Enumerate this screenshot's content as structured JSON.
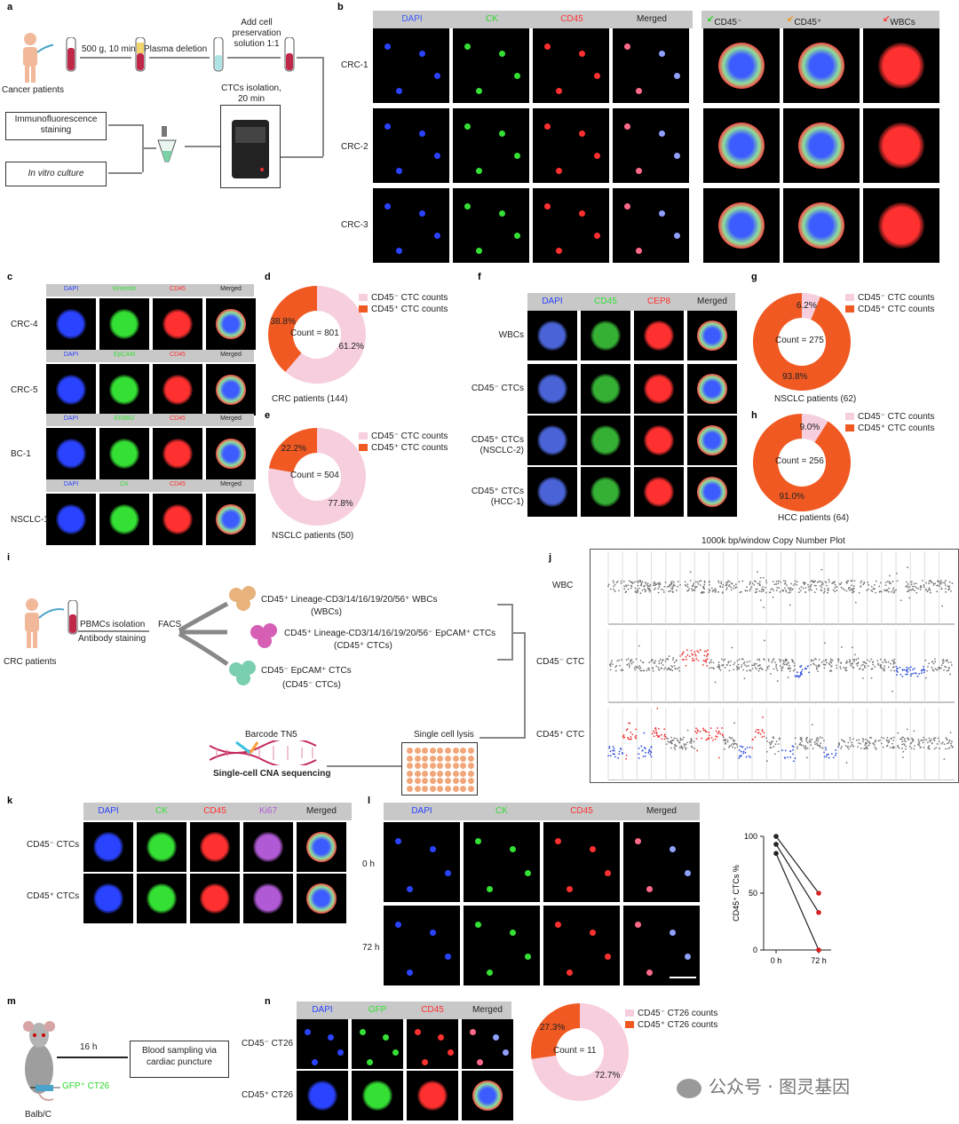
{
  "panels": {
    "a": "a",
    "b": "b",
    "c": "c",
    "d": "d",
    "e": "e",
    "f": "f",
    "g": "g",
    "h": "h",
    "i": "i",
    "j": "j",
    "k": "k",
    "l": "l",
    "m": "m",
    "n": "n"
  },
  "colors": {
    "pink": "#f6cede",
    "orange": "#f05a22",
    "blue": "#3a5cff",
    "green": "#2bd62b",
    "red": "#ff3535"
  },
  "a": {
    "patients": "Cancer patients",
    "step1": "500 g, 10 min",
    "step2": "Plasma deletion",
    "step3": "Add cell preservation solution 1:1",
    "step4": "CTCs isolation, 20 min",
    "out1": "Immunofluorescence staining",
    "out2": "In vitro culture"
  },
  "b": {
    "headers": [
      "DAPI",
      "CK",
      "CD45",
      "Merged"
    ],
    "arrows": [
      "CD45⁻ CTCs",
      "CD45⁺ CTCs",
      "WBCs"
    ],
    "rows": [
      "CRC-1",
      "CRC-2",
      "CRC-3"
    ]
  },
  "c": {
    "rows": [
      {
        "label": "CRC-4",
        "h": [
          "DAPI",
          "Vimentin",
          "CD45",
          "Merged"
        ]
      },
      {
        "label": "CRC-5",
        "h": [
          "DAPI",
          "EpCAM",
          "CD45",
          "Merged"
        ]
      },
      {
        "label": "BC-1",
        "h": [
          "DAPI",
          "ERBB2",
          "CD45",
          "Merged"
        ]
      },
      {
        "label": "NSCLC-1",
        "h": [
          "DAPI",
          "CK",
          "CD45",
          "Merged"
        ]
      }
    ]
  },
  "donuts": [
    {
      "id": "d",
      "title": "CRC patients (144)",
      "center": "Count = 801",
      "neg": 61.2,
      "pos": 38.8,
      "negLabel": "61.2%",
      "posLabel": "38.8%",
      "legendNeg": "CD45⁻ CTC counts",
      "legendPos": "CD45⁺ CTC counts"
    },
    {
      "id": "e",
      "title": "NSCLC patients (50)",
      "center": "Count = 504",
      "neg": 77.8,
      "pos": 22.2,
      "negLabel": "77.8%",
      "posLabel": "22.2%",
      "legendNeg": "CD45⁻ CTC counts",
      "legendPos": "CD45⁺ CTC counts"
    },
    {
      "id": "g",
      "title": "NSCLC patients (62)",
      "center": "Count = 275",
      "neg": 6.2,
      "pos": 93.8,
      "negLabel": "6.2%",
      "posLabel": "93.8%",
      "legendNeg": "CD45⁻ CTC counts",
      "legendPos": "CD45⁺ CTC counts"
    },
    {
      "id": "h",
      "title": "HCC patients (64)",
      "center": "Count = 256",
      "neg": 9.0,
      "pos": 91.0,
      "negLabel": "9.0%",
      "posLabel": "91.0%",
      "legendNeg": "CD45⁻ CTC counts",
      "legendPos": "CD45⁺ CTC counts"
    },
    {
      "id": "n",
      "title": "",
      "center": "Count = 11",
      "neg": 72.7,
      "pos": 27.3,
      "negLabel": "72.7%",
      "posLabel": "27.3%",
      "legendNeg": "CD45⁻ CT26 counts",
      "legendPos": "CD45⁺ CT26 counts"
    }
  ],
  "f": {
    "headers": [
      "DAPI",
      "CD45",
      "CEP8",
      "Merged"
    ],
    "rows": [
      "WBCs",
      "CD45⁻ CTCs",
      "CD45⁺ CTCs (NSCLC-2)",
      "CD45⁺ CTCs (HCC-1)"
    ]
  },
  "i": {
    "patients": "CRC patients",
    "step": "PBMCs isolation",
    "step2": "Antibody staining",
    "facs": "FACS",
    "pop1": "CD45⁺ Lineage-CD3/14/16/19/20/56⁺ WBCs",
    "pop1b": "(WBCs)",
    "pop2": "CD45⁺ Lineage-CD3/14/16/19/20/56⁻ EpCAM⁺ CTCs",
    "pop2b": "(CD45⁺ CTCs)",
    "pop3": "CD45⁻ EpCAM⁺ CTCs",
    "pop3b": "(CD45⁻ CTCs)",
    "lysis": "Single cell lysis",
    "barcode": "Barcode TN5",
    "seq": "Single-cell CNA sequencing"
  },
  "j": {
    "title": "1000k bp/window Copy Number Plot",
    "rows": [
      "WBC",
      "CD45⁻ CTC",
      "CD45⁺ CTC"
    ]
  },
  "k": {
    "headers": [
      "DAPI",
      "CK",
      "CD45",
      "Ki67",
      "Merged"
    ],
    "rows": [
      "CD45⁻ CTCs",
      "CD45⁺ CTCs"
    ]
  },
  "l": {
    "headers": [
      "DAPI",
      "CK",
      "CD45",
      "Merged"
    ],
    "rows": [
      "0 h",
      "72 h"
    ]
  },
  "chart_data": {
    "type": "line",
    "categories": [
      "0 h",
      "72 h"
    ],
    "ylabel": "CD45⁺ CTCs %",
    "ylim": [
      0,
      100
    ],
    "yticks": [
      "0",
      "50",
      "100"
    ],
    "series": [
      {
        "values": [
          100,
          50
        ]
      },
      {
        "values": [
          93,
          33
        ]
      },
      {
        "values": [
          85,
          0
        ]
      }
    ]
  },
  "m": {
    "step": "16 h",
    "box": "Blood sampling via cardiac puncture",
    "mouse": "Balb/C",
    "inj": "GFP⁺ CT26"
  },
  "n": {
    "headers": [
      "DAPI",
      "GFP",
      "CD45",
      "Merged"
    ],
    "rows": [
      "CD45⁻ CT26",
      "CD45⁺ CT26"
    ]
  },
  "watermark": "公众号 · 图灵基因"
}
